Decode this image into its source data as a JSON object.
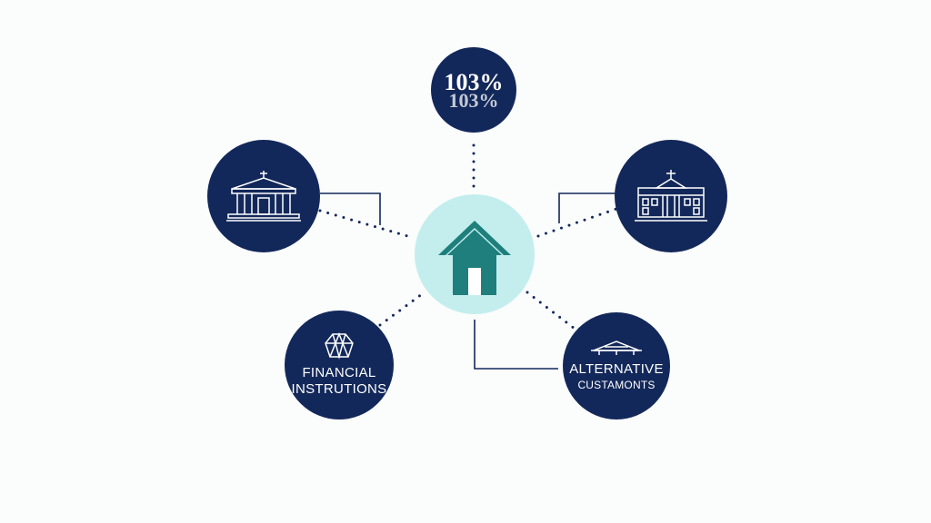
{
  "colors": {
    "navy": "#13285a",
    "hub_fill": "#c4eeee",
    "house": "#1f7f7c",
    "line": "#13285a",
    "background": "#fbfcfc"
  },
  "nodes": {
    "top": {
      "value": "103%",
      "ghost_value": "103%",
      "icon": "none"
    },
    "left_upper": {
      "icon": "classical-bank-building-icon"
    },
    "right_upper": {
      "icon": "capitol-building-icon"
    },
    "left_lower": {
      "icon": "crystal-gem-icon",
      "label_line1": "FINANCIAL",
      "label_line2": "INSTRUTIONS"
    },
    "right_lower": {
      "icon": "pavilion-roof-icon",
      "label_line1": "ALTERNATIVE",
      "label_line2": "CUSTAMONTS"
    },
    "hub": {
      "icon": "house-icon"
    }
  }
}
